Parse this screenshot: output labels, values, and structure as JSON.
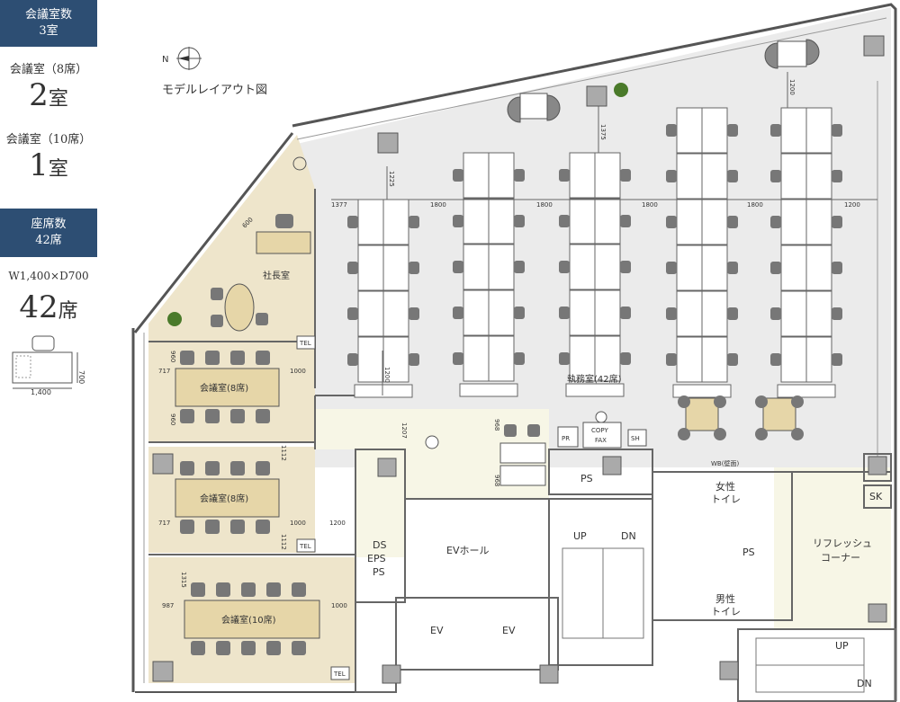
{
  "sidebar": {
    "meeting_badge_line1": "会議室数",
    "meeting_badge_line2": "3室",
    "room8_label": "会議室（8席）",
    "room8_count": "2",
    "room10_label": "会議室（10席）",
    "room10_count": "1",
    "room_unit": "室",
    "seat_badge_line1": "座席数",
    "seat_badge_line2": "42席",
    "desk_size": "W1,400×D700",
    "seat_count": "42",
    "seat_unit": "席",
    "desk_dim_w": "1,400",
    "desk_dim_d": "700"
  },
  "plan": {
    "title": "モデルレイアウト図",
    "compass": "N",
    "rooms": {
      "president": "社長室",
      "meeting8_a": "会議室(8席)",
      "meeting8_b": "会議室(8席)",
      "meeting10": "会議室(10席)",
      "office": "執務室(42席)",
      "ev_hall": "EVホール",
      "ev1": "EV",
      "ev2": "EV",
      "ds_1": "DS",
      "ds_2": "EPS",
      "ds_3": "PS",
      "ps_top": "PS",
      "ps_mid": "PS",
      "women_1": "女性",
      "women_2": "トイレ",
      "men_1": "男性",
      "men_2": "トイレ",
      "refresh_1": "リフレッシュ",
      "refresh_2": "コーナー",
      "sk": "SK",
      "pr": "PR",
      "copy_1": "COPY",
      "copy_2": "FAX",
      "sh": "SH",
      "tel1": "TEL",
      "tel2": "TEL",
      "tel3": "TEL",
      "wb": "WB(壁面)",
      "up1": "UP",
      "dn1": "DN",
      "up2": "UP",
      "dn2": "DN"
    },
    "dims": {
      "d1377": "1377",
      "d1800a": "1800",
      "d1800b": "1800",
      "d1800c": "1800",
      "d1800d": "1800",
      "d1200a": "1200",
      "d1225": "1225",
      "d1375": "1375",
      "d1200top": "1200",
      "d1200b": "1200",
      "d600": "600",
      "d960a": "960",
      "d960b": "960",
      "d717a": "717",
      "d717b": "717",
      "d1000a": "1000",
      "d1000b": "1000",
      "d1000c": "1000",
      "d1200c": "1200",
      "d1112a": "1112",
      "d1112b": "1112",
      "d1315": "1315",
      "d987": "987",
      "d1207": "1207",
      "d968a": "968",
      "d968b": "968"
    }
  },
  "colors": {
    "badge": "#2d4e73",
    "office_floor": "#ebebeb",
    "meeting_floor": "#eee5cb",
    "hall_floor": "#f7f6e6",
    "wall": "#555555"
  }
}
